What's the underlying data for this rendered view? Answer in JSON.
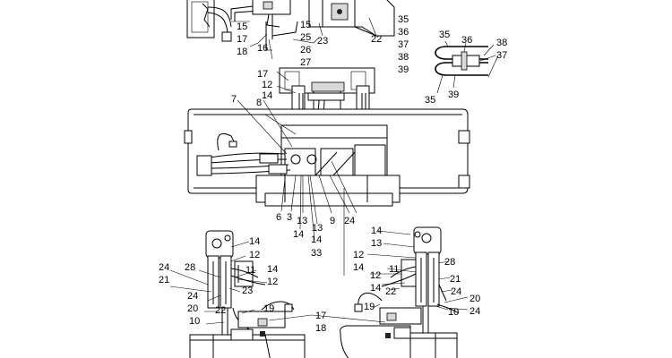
{
  "labels": [
    {
      "id": "l01",
      "text": "15"
    },
    {
      "id": "l02",
      "text": "17"
    },
    {
      "id": "l03",
      "text": "18"
    },
    {
      "id": "l04",
      "text": "15"
    },
    {
      "id": "l05",
      "text": "25"
    },
    {
      "id": "l06",
      "text": "26"
    },
    {
      "id": "l07",
      "text": "16"
    },
    {
      "id": "l08",
      "text": "27"
    },
    {
      "id": "l09",
      "text": "23"
    },
    {
      "id": "l10",
      "text": "22"
    },
    {
      "id": "l11",
      "text": "35"
    },
    {
      "id": "l12",
      "text": "36"
    },
    {
      "id": "l13",
      "text": "37"
    },
    {
      "id": "l14",
      "text": "38"
    },
    {
      "id": "l15",
      "text": "39"
    },
    {
      "id": "l16",
      "text": "35"
    },
    {
      "id": "l17",
      "text": "36"
    },
    {
      "id": "l18",
      "text": "38"
    },
    {
      "id": "l19",
      "text": "37"
    },
    {
      "id": "l20",
      "text": "35"
    },
    {
      "id": "l21",
      "text": "39"
    },
    {
      "id": "l22",
      "text": "17"
    },
    {
      "id": "l23",
      "text": "12"
    },
    {
      "id": "l24",
      "text": "7"
    },
    {
      "id": "l25",
      "text": "14"
    },
    {
      "id": "l26",
      "text": "8"
    },
    {
      "id": "l27",
      "text": "6"
    },
    {
      "id": "l28",
      "text": "3"
    },
    {
      "id": "l29",
      "text": "13"
    },
    {
      "id": "l30",
      "text": "9"
    },
    {
      "id": "l31",
      "text": "24"
    },
    {
      "id": "l32",
      "text": "14"
    },
    {
      "id": "l33",
      "text": "13"
    },
    {
      "id": "l34",
      "text": "14"
    },
    {
      "id": "l35",
      "text": "33"
    },
    {
      "id": "l36",
      "text": "14"
    },
    {
      "id": "l37",
      "text": "12"
    },
    {
      "id": "l38",
      "text": "24"
    },
    {
      "id": "l39",
      "text": "28"
    },
    {
      "id": "l40",
      "text": "11"
    },
    {
      "id": "l41",
      "text": "14"
    },
    {
      "id": "l42",
      "text": "21"
    },
    {
      "id": "l43",
      "text": "12"
    },
    {
      "id": "l44",
      "text": "23"
    },
    {
      "id": "l45",
      "text": "24"
    },
    {
      "id": "l46",
      "text": "22"
    },
    {
      "id": "l47",
      "text": "20"
    },
    {
      "id": "l48",
      "text": "19"
    },
    {
      "id": "l49",
      "text": "10"
    },
    {
      "id": "l50",
      "text": "17"
    },
    {
      "id": "l51",
      "text": "18"
    },
    {
      "id": "l52",
      "text": "14"
    },
    {
      "id": "l53",
      "text": "13"
    },
    {
      "id": "l54",
      "text": "12"
    },
    {
      "id": "l55",
      "text": "28"
    },
    {
      "id": "l56",
      "text": "14"
    },
    {
      "id": "l57",
      "text": "11"
    },
    {
      "id": "l58",
      "text": "21"
    },
    {
      "id": "l59",
      "text": "12"
    },
    {
      "id": "l60",
      "text": "14"
    },
    {
      "id": "l61",
      "text": "24"
    },
    {
      "id": "l62",
      "text": "22"
    },
    {
      "id": "l63",
      "text": "20"
    },
    {
      "id": "l64",
      "text": "19"
    },
    {
      "id": "l65",
      "text": "10"
    },
    {
      "id": "l66",
      "text": "24"
    }
  ]
}
